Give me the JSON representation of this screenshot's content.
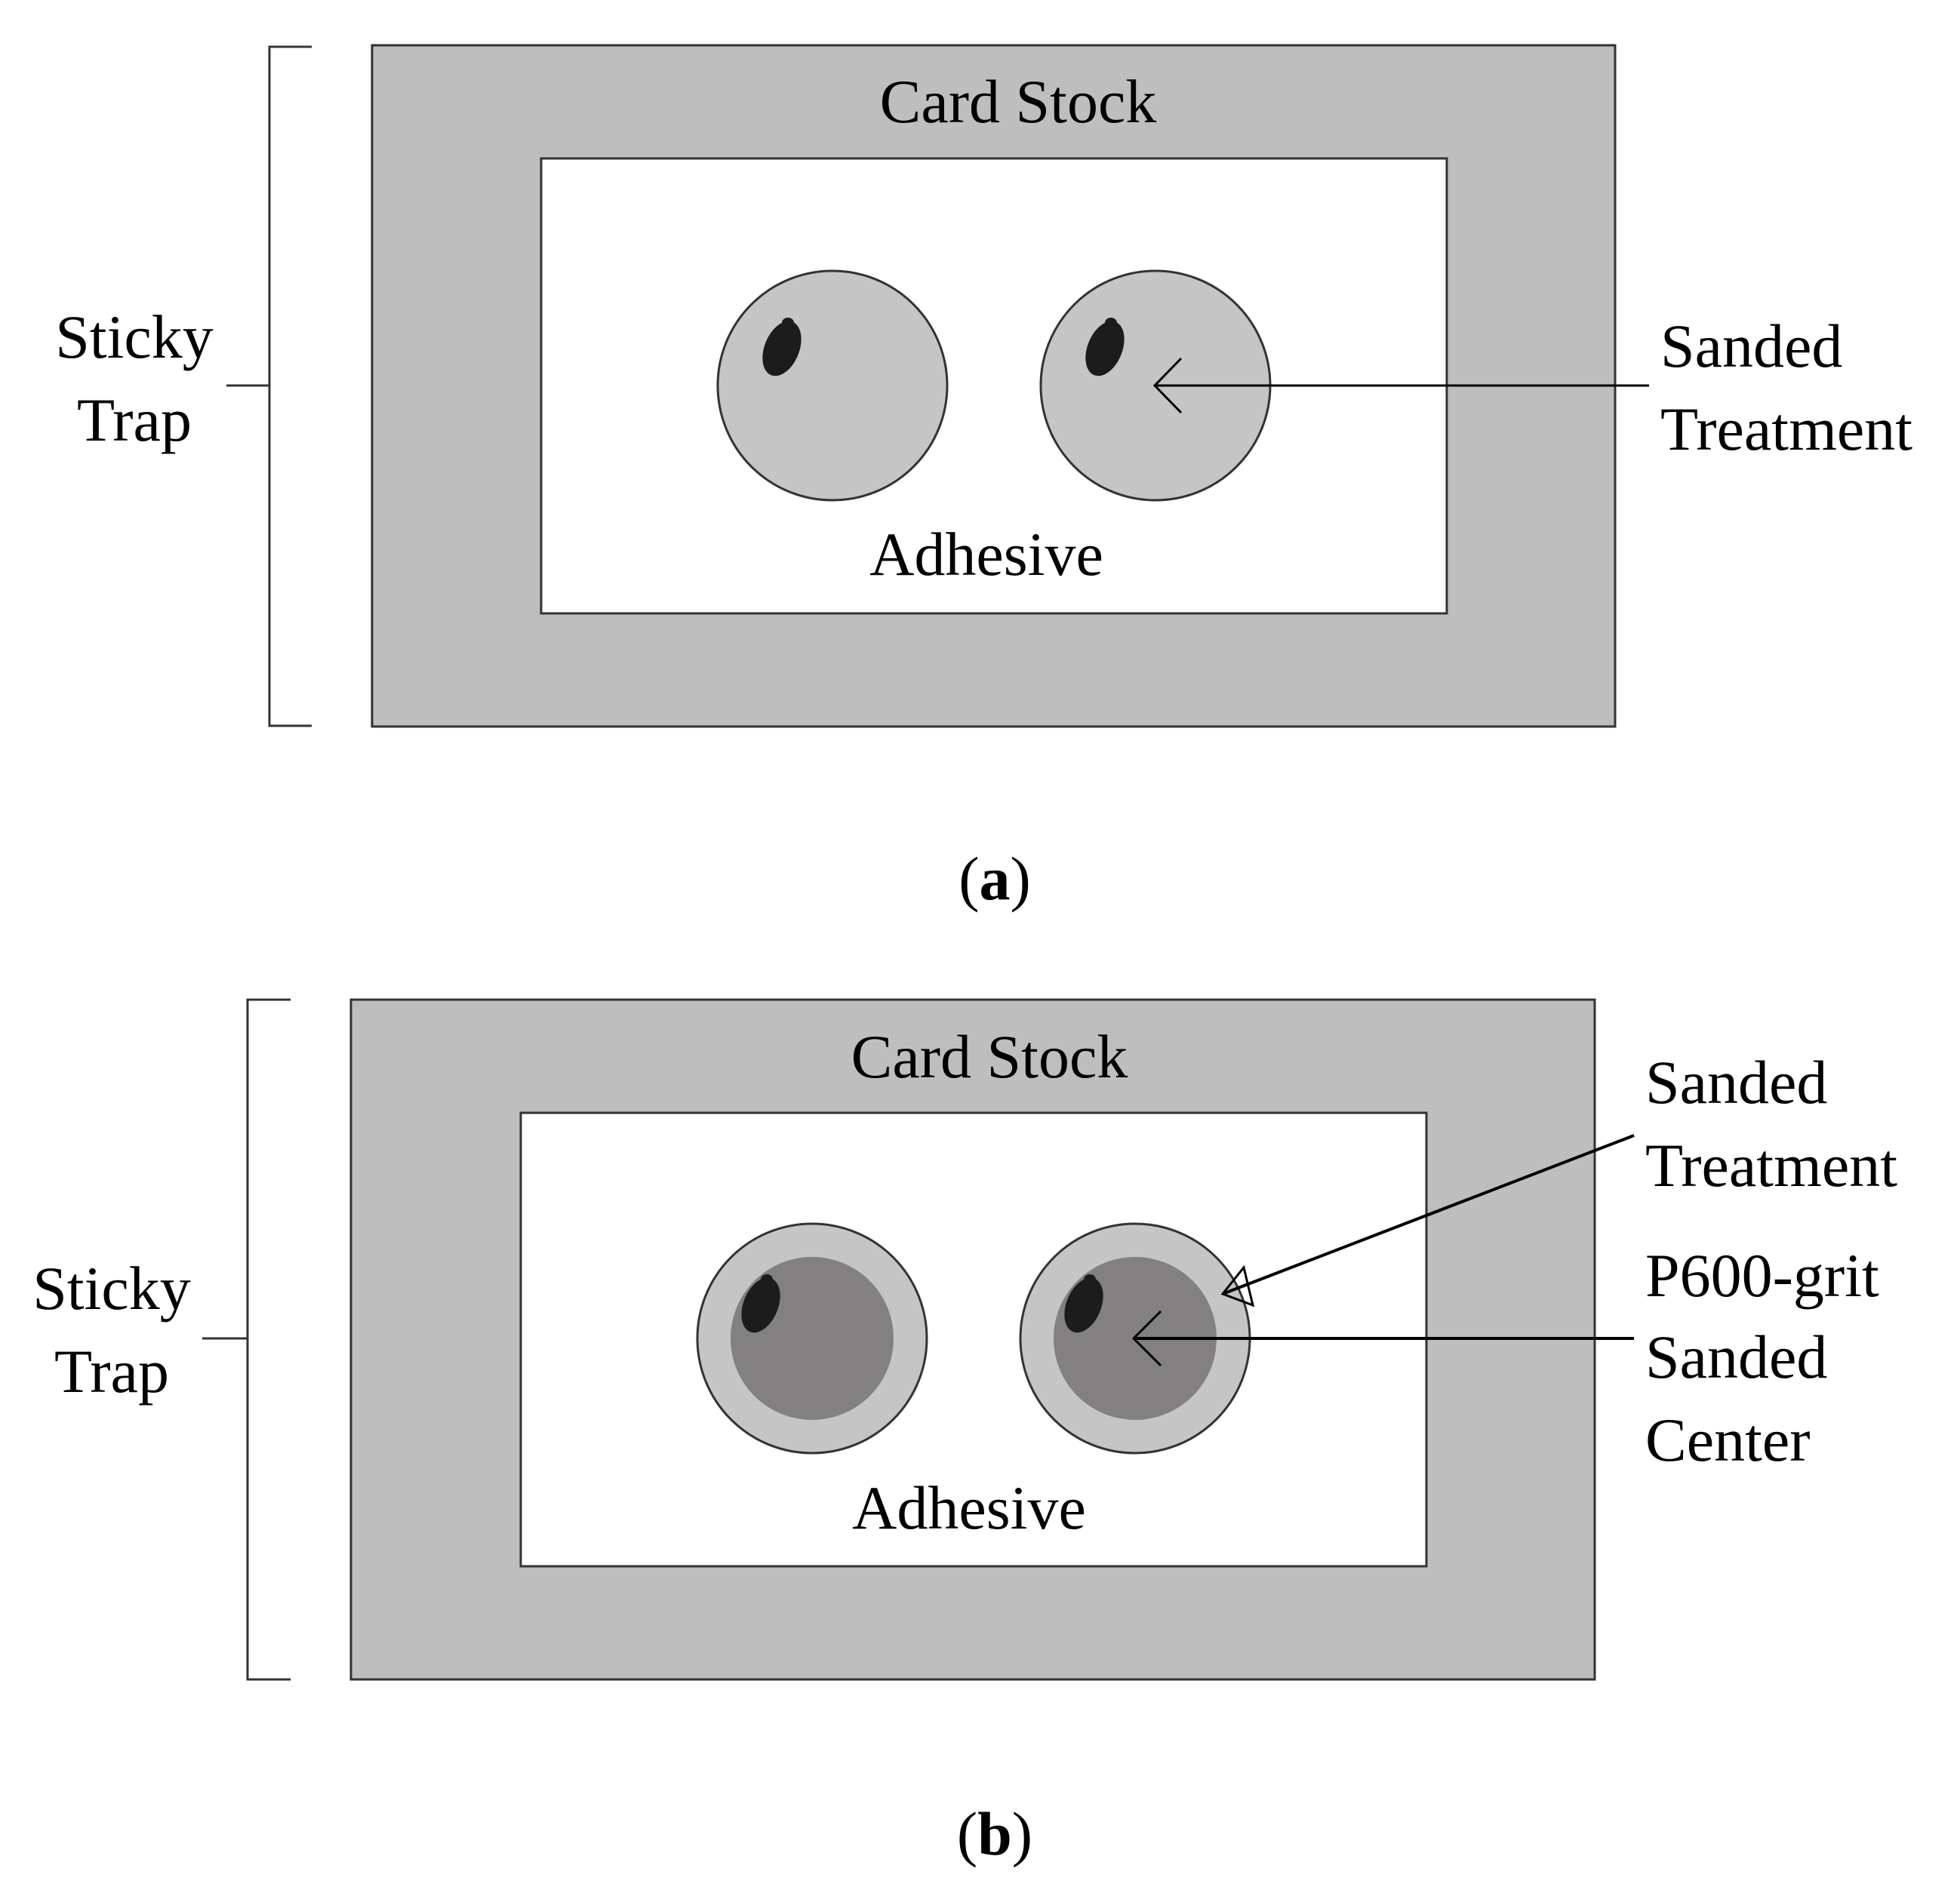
{
  "colors": {
    "card_stock": "#bebebe",
    "adhesive": "#ffffff",
    "sanded_treatment": "#c5c5c5",
    "sanded_center": "#828081",
    "bed_bug": "#1c1c1c",
    "outline": "#333333"
  },
  "panels": [
    {
      "id": "a",
      "caption_open": "(",
      "caption_letter": "a",
      "caption_close": ")",
      "card_stock_label": "Card Stock",
      "adhesive_label": "Adhesive",
      "bracket_label_line1": "Sticky",
      "bracket_label_line2": "Trap",
      "callout_line1": "Sanded",
      "callout_line2": "Treatment",
      "has_sanded_center": false
    },
    {
      "id": "b",
      "caption_open": "(",
      "caption_letter": "b",
      "caption_close": ")",
      "card_stock_label": "Card Stock",
      "adhesive_label": "Adhesive",
      "bracket_label_line1": "Sticky",
      "bracket_label_line2": "Trap",
      "callout_treatment_line1": "Sanded",
      "callout_treatment_line2": "Treatment",
      "callout_center_line1": "P600-grit",
      "callout_center_line2": "Sanded",
      "callout_center_line3": "Center",
      "has_sanded_center": true
    }
  ]
}
